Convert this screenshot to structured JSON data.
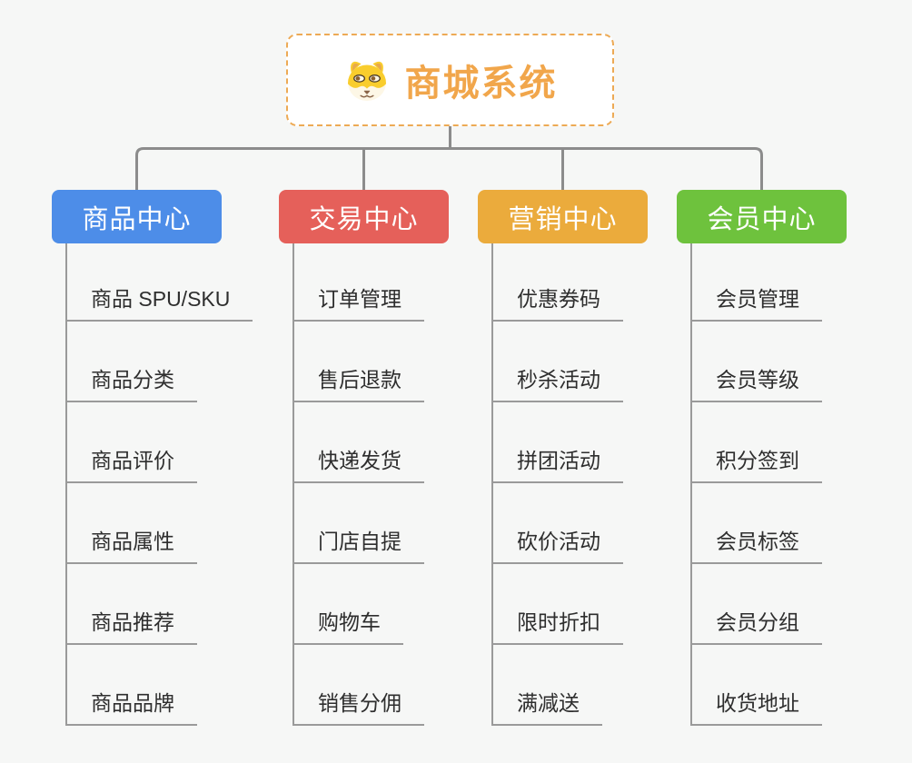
{
  "root": {
    "title": "商城系统",
    "title_color": "#f1a64b",
    "border_color": "#edaa55",
    "icon": "dog-face-icon"
  },
  "branches": [
    {
      "label": "商品中心",
      "color": "#4d8de8",
      "children": [
        "商品 SPU/SKU",
        "商品分类",
        "商品评价",
        "商品属性",
        "商品推荐",
        "商品品牌"
      ]
    },
    {
      "label": "交易中心",
      "color": "#e5605a",
      "children": [
        "订单管理",
        "售后退款",
        "快递发货",
        "门店自提",
        "购物车",
        "销售分佣"
      ]
    },
    {
      "label": "营销中心",
      "color": "#ebab3c",
      "children": [
        "优惠券码",
        "秒杀活动",
        "拼团活动",
        "砍价活动",
        "限时折扣",
        "满减送"
      ]
    },
    {
      "label": "会员中心",
      "color": "#6ec23d",
      "children": [
        "会员管理",
        "会员等级",
        "积分签到",
        "会员标签",
        "会员分组",
        "收货地址"
      ]
    }
  ],
  "connector_color": "#8c8c8c",
  "leaf_line_color": "#9a9a9a"
}
